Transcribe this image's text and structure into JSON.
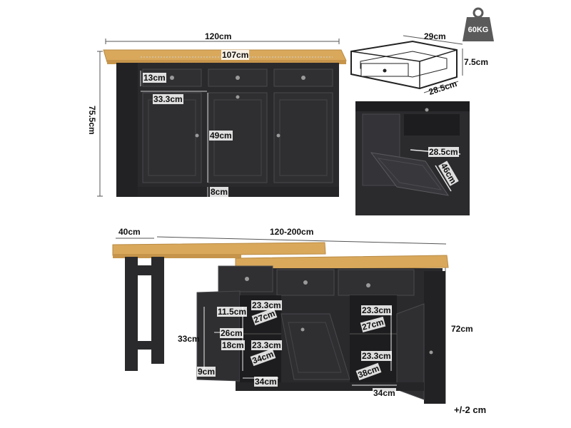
{
  "badge": {
    "weight": "60KG",
    "icon": "weight-icon",
    "color": "#5a5a5a"
  },
  "colors": {
    "wood": "#d9a85b",
    "cabinet": "#2a2a2c",
    "panel_edge": "#3c3c40",
    "guide": "#cfcfcf"
  },
  "top_view": {
    "total_width": "120cm",
    "inner_width": "107cm",
    "height": "75.5cm",
    "drawer_height": "13cm",
    "drawer_width": "33.3cm",
    "door_height": "49cm",
    "base_height": "8cm"
  },
  "drawer_detail": {
    "width": "29cm",
    "height": "7.5cm",
    "depth": "28.5cm"
  },
  "bin_detail": {
    "width": "28.5cm",
    "depth": "46cm"
  },
  "bottom_view": {
    "extension_depth": "40cm",
    "length_range": "120-200cm",
    "height": "72cm",
    "tolerance": "+/-2 cm",
    "leg_height": "33cm",
    "left_compartment": {
      "shelf_height_top": "11.5cm",
      "shelf_depth": "26cm",
      "shelf_height_bottom": "18cm",
      "door_thickness": "9cm",
      "width": "34cm",
      "upper_height": "23.3cm",
      "upper_depth": "27cm",
      "lower_height": "23.3cm",
      "lower_depth": "34cm"
    },
    "right_compartment": {
      "upper_height": "23.3cm",
      "upper_depth": "27cm",
      "lower_height": "23.3cm",
      "lower_depth": "38cm",
      "width": "34cm"
    }
  }
}
